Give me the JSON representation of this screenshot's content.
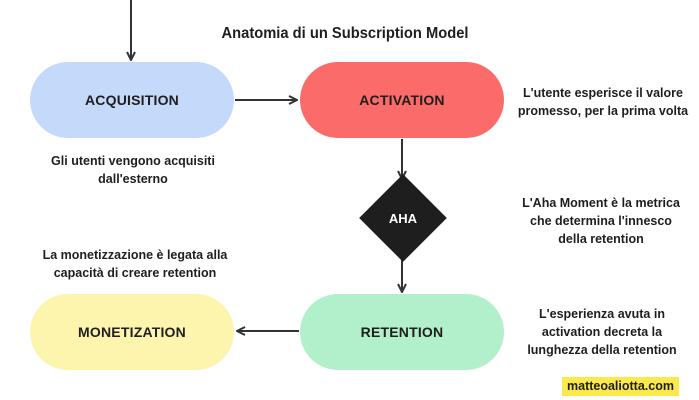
{
  "title": "Anatomia di un Subscription Model",
  "nodes": {
    "acquisition": {
      "label": "ACQUISITION",
      "color": "#c5d9fb"
    },
    "activation": {
      "label": "ACTIVATION",
      "color": "#fb6b69"
    },
    "aha": {
      "label": "AHA",
      "color": "#1e1e1e"
    },
    "retention": {
      "label": "RETENTION",
      "color": "#b2efcb"
    },
    "monetization": {
      "label": "MONETIZATION",
      "color": "#fdf5ad"
    }
  },
  "notes": {
    "acquisition": [
      "Gli utenti vengono acquisiti",
      "dall'esterno"
    ],
    "activation": [
      "L'utente esperisce il valore",
      "promesso, per la prima volta"
    ],
    "aha": [
      "L'Aha Moment è la metrica",
      "che determina l'innesco",
      "della retention"
    ],
    "retention": [
      "L'esperienza avuta in",
      "activation decreta la",
      "lunghezza della retention"
    ],
    "monetization": [
      "La monetizzazione è legata alla",
      "capacità di creare retention"
    ]
  },
  "brand": {
    "label": "matteoaliotta.com",
    "color": "#fbe84b"
  }
}
